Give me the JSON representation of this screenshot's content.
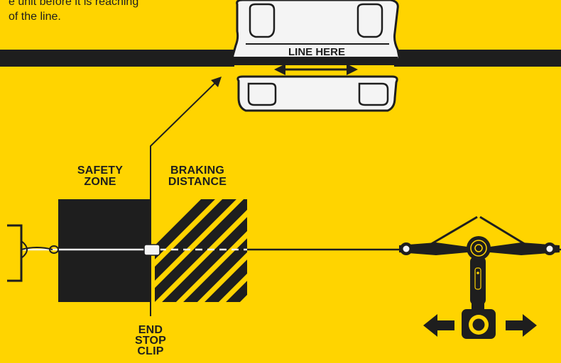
{
  "caption": {
    "line1": "e unit before it is reaching",
    "line2": "of the line."
  },
  "clip": {
    "engraving": "LINE HERE"
  },
  "labels": {
    "safety_zone_1": "SAFETY",
    "safety_zone_2": "ZONE",
    "braking_distance_1": "BRAKING",
    "braking_distance_2": "DISTANCE",
    "end_stop_clip_1": "END",
    "end_stop_clip_2": "STOP",
    "end_stop_clip_3": "CLIP"
  },
  "colors": {
    "background": "#FFD400",
    "ink": "#1e1e1e",
    "clip_body": "#f4f4f4"
  },
  "icons": [
    "end-anchor-icon",
    "end-stop-clip-icon",
    "cable-cam-dolly-icon",
    "camera-icon",
    "arrow-left-icon",
    "arrow-right-icon",
    "double-arrow-icon"
  ]
}
